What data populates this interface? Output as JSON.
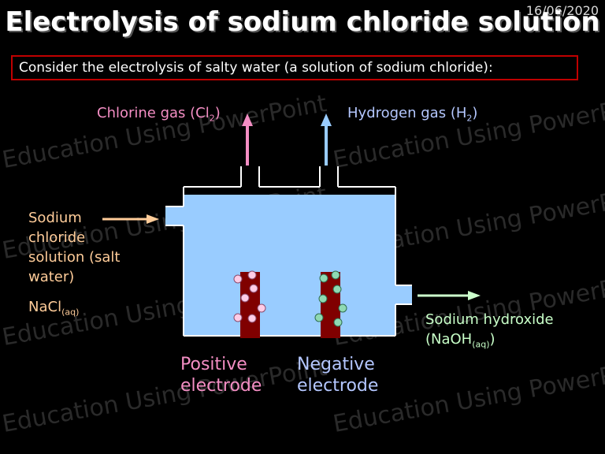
{
  "date": "16/06/2020",
  "title": "Electrolysis of sodium chloride solution",
  "intro": "Consider the electrolysis of salty water (a solution of sodium chloride):",
  "watermark_text": "Education Using PowerPoint",
  "labels": {
    "chlorine": "Chlorine gas (Cl",
    "chlorine_sub": "2",
    "hydrogen": "Hydrogen gas (H",
    "hydrogen_sub": "2",
    "close_paren": ")",
    "inlet_line1": "Sodium",
    "inlet_line2": "chloride",
    "inlet_line3": "solution (salt",
    "inlet_line4": "water)",
    "nacl": "NaCl",
    "nacl_sub": "(aq)",
    "outlet_line1": "Sodium hydroxide",
    "outlet_line2": "(NaOH",
    "outlet_sub": "(aq)",
    "positive_line1": "Positive",
    "positive_line2": "electrode",
    "negative_line1": "Negative",
    "negative_line2": "electrode"
  },
  "colors": {
    "solution": "#99ccff",
    "electrode": "#800000",
    "chlorine_arrow": "#f48ec4",
    "hydrogen_arrow": "#99ccff",
    "inlet_arrow": "#ffcc99",
    "outlet_arrow": "#ccffcc",
    "pink_bubble": "#ffcce6",
    "green_bubble": "#8fd9b3",
    "border": "#c00000"
  }
}
